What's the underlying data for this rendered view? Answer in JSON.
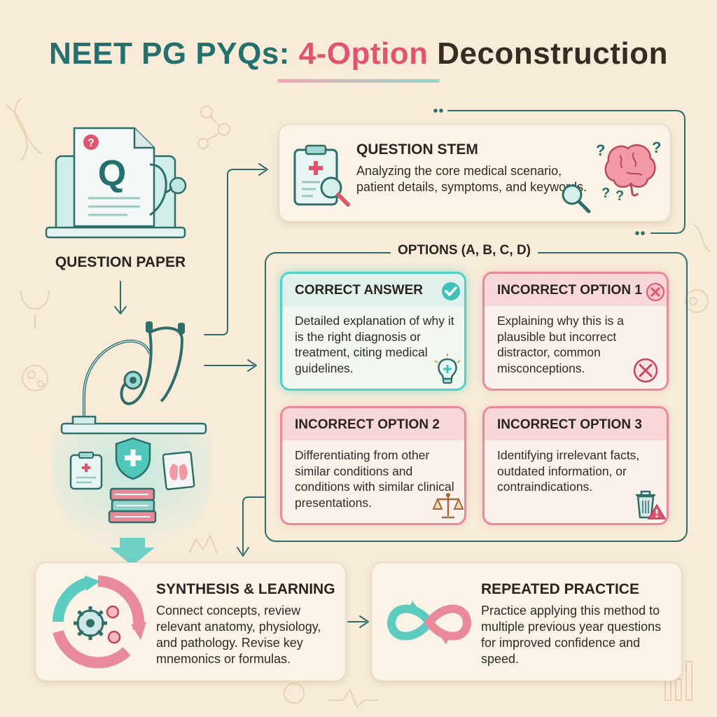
{
  "title": {
    "part1": "NEET PG PYQs:",
    "part2": "4-Option",
    "part3": "Deconstruction"
  },
  "question_paper": {
    "label": "QUESTION PAPER",
    "doc_letter": "Q",
    "badge": "?"
  },
  "question_stem": {
    "title": "QUESTION STEM",
    "text": "Analyzing the core medical scenario, patient details, symptoms, and keywords."
  },
  "options": {
    "label": "OPTIONS (A, B, C, D)",
    "correct": {
      "title": "CORRECT ANSWER",
      "text": "Detailed explanation of why it is the right diagnosis or treatment, citing medical guidelines."
    },
    "incorrect1": {
      "title": "INCORRECT OPTION 1",
      "text": "Explaining why this is a plausible but incorrect distractor, common misconceptions."
    },
    "incorrect2": {
      "title": "INCORRECT OPTION 2",
      "text": "Differentiating from other similar conditions and conditions with similar clinical presentations."
    },
    "incorrect3": {
      "title": "INCORRECT OPTION 3",
      "text": "Identifying irrelevant facts, outdated information, or contraindications."
    }
  },
  "synthesis": {
    "title": "SYNTHESIS & LEARNING",
    "text": "Connect concepts, review relevant anatomy, physiology, and pathology. Revise key mnemonics or formulas."
  },
  "practice": {
    "title": "REPEATED PRACTICE",
    "text": "Practice applying this method to multiple previous year questions for improved confidence and speed."
  },
  "colors": {
    "teal": "#2f8a86",
    "teal_light": "#4fd1c5",
    "pink": "#e0546e",
    "pink_light": "#e98a9b",
    "background": "#f8ecd9"
  },
  "icons": [
    "question-paper-icon",
    "stethoscope-icon",
    "clipboard-icon",
    "brain-icon",
    "magnifier-icon",
    "check-icon",
    "x-icon",
    "lightbulb-icon",
    "scales-icon",
    "trash-warning-icon",
    "cycle-gears-icon",
    "infinity-icon",
    "shield-cross-icon",
    "books-icon",
    "lung-xray-icon"
  ]
}
